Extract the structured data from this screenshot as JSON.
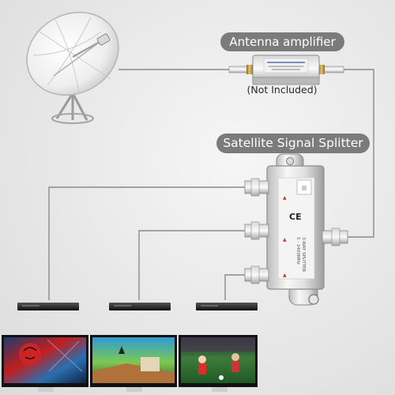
{
  "labels": {
    "amplifier": "Antenna amplifier",
    "not_included": "(Not Included)",
    "splitter": "Satellite Signal Splitter"
  },
  "splitter_label": {
    "model": "3-WAY SPLITTER",
    "freq": "5 - 2400MHz"
  },
  "colors": {
    "label_bg": "#7b7b7b",
    "cable": "#8a8a8a",
    "background": "#e9e9e9"
  },
  "icons": [
    "satellite-dish-icon",
    "antenna-amplifier-icon",
    "signal-splitter-icon",
    "set-top-box-icon",
    "television-icon"
  ]
}
